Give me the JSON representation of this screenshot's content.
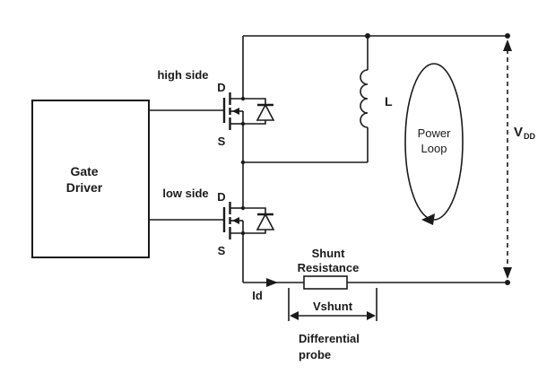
{
  "diagram": {
    "gate_driver": {
      "line1": "Gate",
      "line2": "Driver"
    },
    "mosfets": {
      "high_side_label": "high side",
      "low_side_label": "low side",
      "drain": "D",
      "source": "S"
    },
    "inductor_label": "L",
    "power_loop": {
      "line1": "Power",
      "line2": "Loop"
    },
    "supply": {
      "base": "V",
      "subscript": "DD"
    },
    "shunt": {
      "line1": "Shunt",
      "line2": "Resistance"
    },
    "current_label": "Id",
    "vshunt_label": "Vshunt",
    "probe": {
      "line1": "Differential",
      "line2": "probe"
    },
    "colors": {
      "line": "#1a1a1a",
      "background": "#ffffff"
    }
  }
}
